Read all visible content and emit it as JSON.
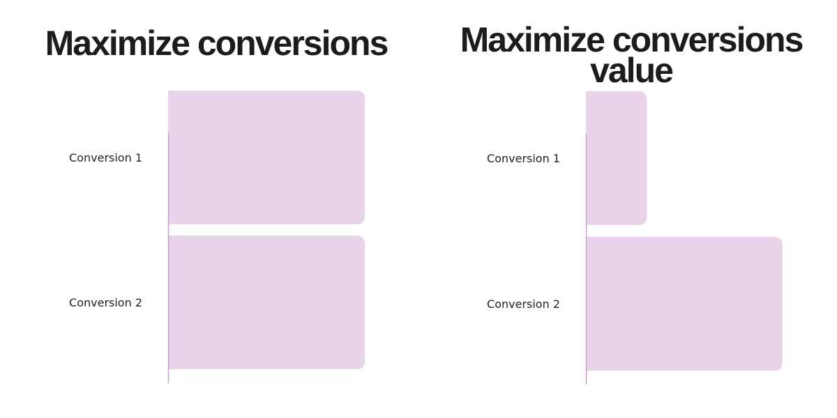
{
  "chart_data": [
    {
      "type": "bar",
      "orientation": "horizontal",
      "title": "Maximize conversions",
      "categories": [
        "Conversion 1",
        "Conversion 2"
      ],
      "values": [
        100,
        100
      ],
      "xlabel": "",
      "ylabel": "",
      "xlim": [
        0,
        100
      ],
      "grid": false,
      "bar_color": "#e9d3ea",
      "axis_color": "#c89cce"
    },
    {
      "type": "bar",
      "orientation": "horizontal",
      "title": "Maximize conversions value",
      "categories": [
        "Conversion 1",
        "Conversion 2"
      ],
      "values": [
        31,
        100
      ],
      "xlabel": "",
      "ylabel": "",
      "xlim": [
        0,
        100
      ],
      "grid": false,
      "bar_color": "#e9d3ea",
      "axis_color": "#c89cce"
    }
  ]
}
